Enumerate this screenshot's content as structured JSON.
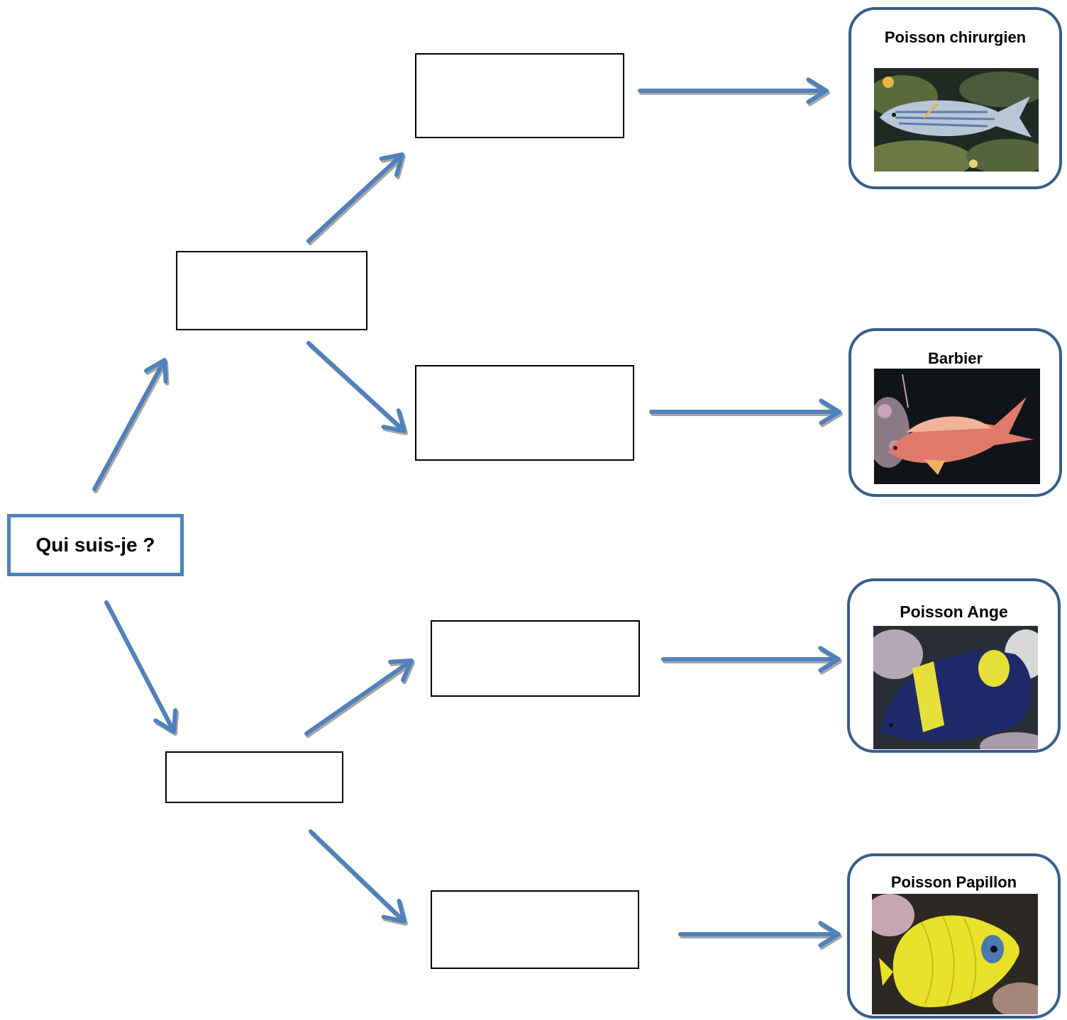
{
  "root": {
    "label": "Qui suis-je ?"
  },
  "branches": {
    "top": {
      "label": "",
      "children": [
        {
          "label": ""
        },
        {
          "label": ""
        }
      ]
    },
    "bottom": {
      "label": "",
      "children": [
        {
          "label": ""
        },
        {
          "label": ""
        }
      ]
    }
  },
  "fish": [
    {
      "name": "Poisson chirurgien",
      "photo_icon": "surgeonfish-photo"
    },
    {
      "name": "Barbier",
      "photo_icon": "anthias-photo"
    },
    {
      "name": "Poisson Ange",
      "photo_icon": "angelfish-photo"
    },
    {
      "name": "Poisson Papillon",
      "photo_icon": "butterflyfish-photo"
    }
  ],
  "colors": {
    "arrow": "#4f81bd",
    "arrow_shadow": "#a6a6a6",
    "root_border": "#4f81bd",
    "card_border": "#385d8a"
  }
}
